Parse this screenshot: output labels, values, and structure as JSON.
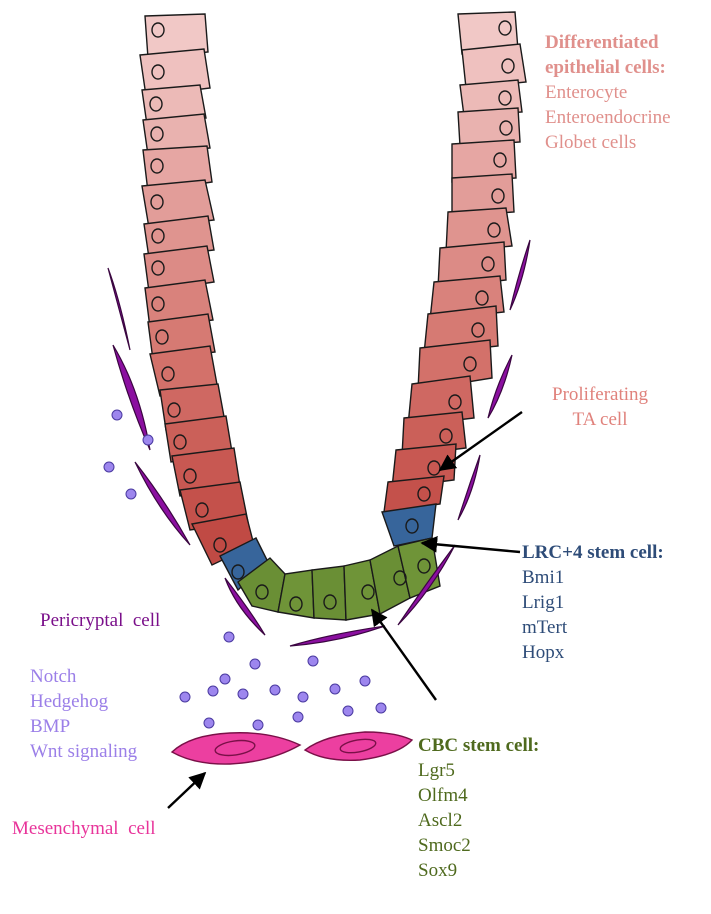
{
  "colors": {
    "differentiated_text": "#e0908c",
    "proliferating_text": "#e0827c",
    "lrc_text": "#2e4c78",
    "cbc_text": "#4f6a1e",
    "pericryptal_text": "#7a0f8a",
    "signaling_text": "#9b7fe8",
    "mesenchymal_text": "#e8349a"
  },
  "labels": {
    "differentiated": {
      "title_line1": "Differentiated",
      "title_line2": "epithelial cells:",
      "items": [
        "Enterocyte",
        "Enteroendocrine",
        "Globet cells"
      ]
    },
    "proliferating": {
      "line1": "Proliferating",
      "line2": "TA cell"
    },
    "lrc": {
      "title": "LRC+4 stem cell:",
      "markers": [
        "Bmi1",
        "Lrig1",
        "mTert",
        "Hopx"
      ]
    },
    "pericryptal": "Pericryptal  cell",
    "signaling": [
      "Notch",
      "Hedgehog",
      "BMP",
      "Wnt signaling"
    ],
    "cbc": {
      "title": "CBC stem cell:",
      "markers": [
        "Lgr5",
        "Olfm4",
        "Ascl2",
        "Smoc2",
        "Sox9"
      ]
    },
    "mesenchymal": "Mesenchymal  cell"
  }
}
